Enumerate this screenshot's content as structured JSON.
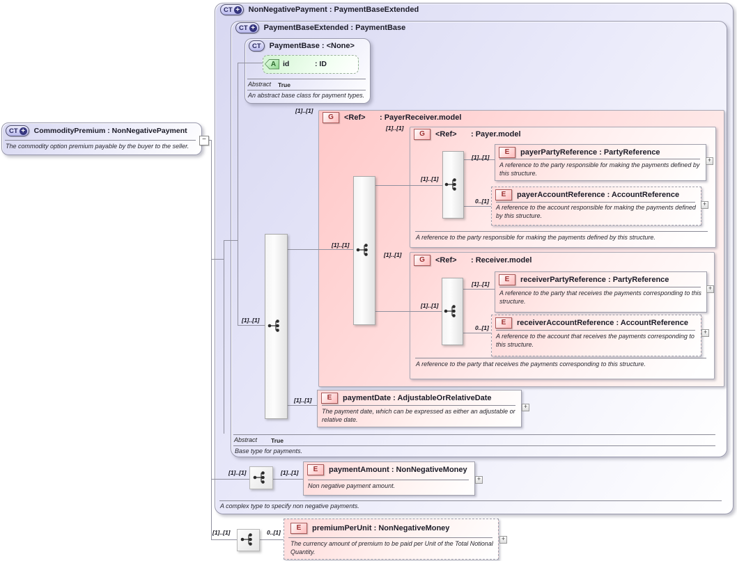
{
  "icons": {
    "ct": "CT",
    "plus_badge": "+",
    "group": "G",
    "element": "E",
    "attribute": "A",
    "collapse": "−",
    "expand": "+"
  },
  "cardinality": {
    "required": "[1]..[1]",
    "optional": "0..[1]"
  },
  "commodity": {
    "title": "CommodityPremium : NonNegativePayment",
    "desc": "The commodity option premium payable by the buyer to the seller."
  },
  "nonNegativePayment": {
    "title": "NonNegativePayment : PaymentBaseExtended",
    "footer": "A complex type to specify non negative payments."
  },
  "paymentBaseExtended": {
    "title": "PaymentBaseExtended : PaymentBase",
    "abstract_label": "Abstract",
    "abstract_value": "True",
    "footer": "Base type for payments."
  },
  "paymentBase": {
    "title": "PaymentBase : <None>",
    "abstract_label": "Abstract",
    "abstract_value": "True",
    "footer": "An abstract base class for payment types.",
    "attr_name": "id",
    "attr_type": ": ID"
  },
  "payerReceiver": {
    "ref": "<Ref>",
    "type": ": PayerReceiver.model"
  },
  "payer": {
    "ref": "<Ref>",
    "type": ": Payer.model",
    "footer": "A reference to the party responsible for making the payments defined by this structure."
  },
  "receiver": {
    "ref": "<Ref>",
    "type": ": Receiver.model",
    "footer": "A reference to the party that receives the payments corresponding to this structure."
  },
  "elements": {
    "payerPartyReference": {
      "title": "payerPartyReference : PartyReference",
      "desc": "A reference to the party responsible for making the payments defined by this structure."
    },
    "payerAccountReference": {
      "title": "payerAccountReference : AccountReference",
      "desc": "A reference to the account responsible for making the payments defined by this structure."
    },
    "receiverPartyReference": {
      "title": "receiverPartyReference : PartyReference",
      "desc": "A reference to the party that receives the payments corresponding to this structure."
    },
    "receiverAccountReference": {
      "title": "receiverAccountReference : AccountReference",
      "desc": "A reference to the account that receives the payments corresponding to this structure."
    },
    "paymentDate": {
      "title": "paymentDate : AdjustableOrRelativeDate",
      "desc": "The payment date, which can be expressed as either an adjustable or relative date."
    },
    "paymentAmount": {
      "title": "paymentAmount : NonNegativeMoney",
      "desc": "Non negative payment amount."
    },
    "premiumPerUnit": {
      "title": "premiumPerUnit : NonNegativeMoney",
      "desc": "The currency amount of premium to be paid per Unit of the Total Notional Quantity."
    }
  }
}
